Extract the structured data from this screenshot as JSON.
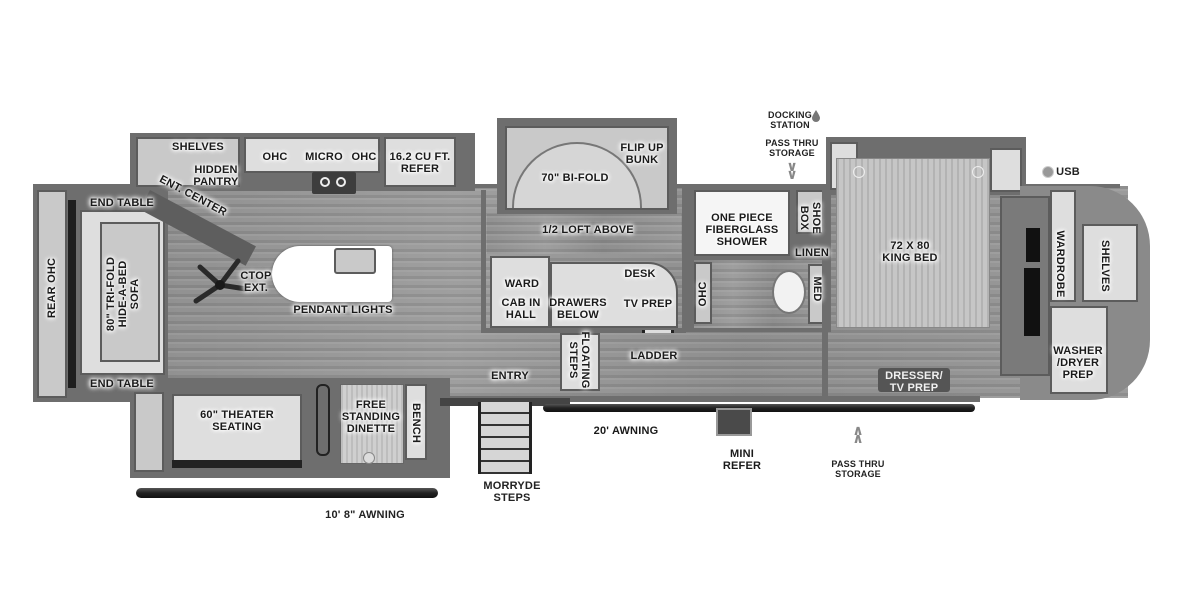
{
  "diagram": {
    "type": "rv-floorplan",
    "orientation": "rear-left, front-right",
    "colors": {
      "background": "#ffffff",
      "walls": "#6e6e6e",
      "floor": "#929292",
      "panels": "#c9c9c9",
      "label_text": "#1a1a1a",
      "awning": "#1e1e1e"
    }
  },
  "labels": {
    "rear_ohc": "REAR OHC",
    "end_table_top": "END TABLE",
    "end_table_bottom": "END TABLE",
    "sofa": "80\" TRI-FOLD\nHIDE-A-BED\nSOFA",
    "shelves_pantry": "SHELVES",
    "hidden_pantry": "HIDDEN\nPANTRY",
    "ent_center": "ENT. CENTER",
    "ohc_left": "OHC",
    "micro": "MICRO",
    "ohc_right": "OHC",
    "refer": "16.2 CU FT.\nREFER",
    "ctop_ext": "CTOP\nEXT.",
    "pendant_lights": "PENDANT LIGHTS",
    "theater_seating": "60\" THEATER\nSEATING",
    "dinette": "FREE\nSTANDING\nDINETTE",
    "bench": "BENCH",
    "awning_slide": "10' 8\" AWNING",
    "entry": "ENTRY",
    "morryde_steps": "MORRYDE\nSTEPS",
    "awning_main": "20' AWNING",
    "bifold": "70\" BI-FOLD",
    "flip_up_bunk": "FLIP UP\nBUNK",
    "loft_above": "1/2 LOFT ABOVE",
    "ward": "WARD",
    "cab_in_hall": "CAB IN\nHALL",
    "drawers_below": "DRAWERS\nBELOW",
    "desk": "DESK",
    "tv_prep_desk": "TV PREP",
    "floating_steps": "FLOATING\nSTEPS",
    "ladder": "LADDER",
    "docking_station": "DOCKING\nSTATION",
    "pass_thru_top": "PASS THRU\nSTORAGE",
    "shower": "ONE PIECE\nFIBERGLASS\nSHOWER",
    "shoe_box": "SHOE\nBOX",
    "linen": "LINEN",
    "ohc_bath": "OHC",
    "med": "MED",
    "mini_refer": "MINI\nREFER",
    "pass_thru_bottom": "PASS THRU\nSTORAGE",
    "king_bed": "72 X 80\nKING BED",
    "dresser": "DRESSER/\nTV PREP",
    "usb": "USB",
    "wardrobe": "WARDROBE",
    "shelves_front": "SHELVES",
    "washer_dryer": "WASHER\n/DRYER\nPREP"
  },
  "icons": {
    "ceiling_fan": "ceiling-fan-icon",
    "water_drop": "water-drop-icon",
    "chevron_down": "chevron-down-icon",
    "chevron_up": "chevron-up-icon",
    "usb_dot": "usb-port-icon",
    "sink": "sink-icon",
    "stove": "cooktop-icon",
    "toilet": "toilet-icon"
  }
}
